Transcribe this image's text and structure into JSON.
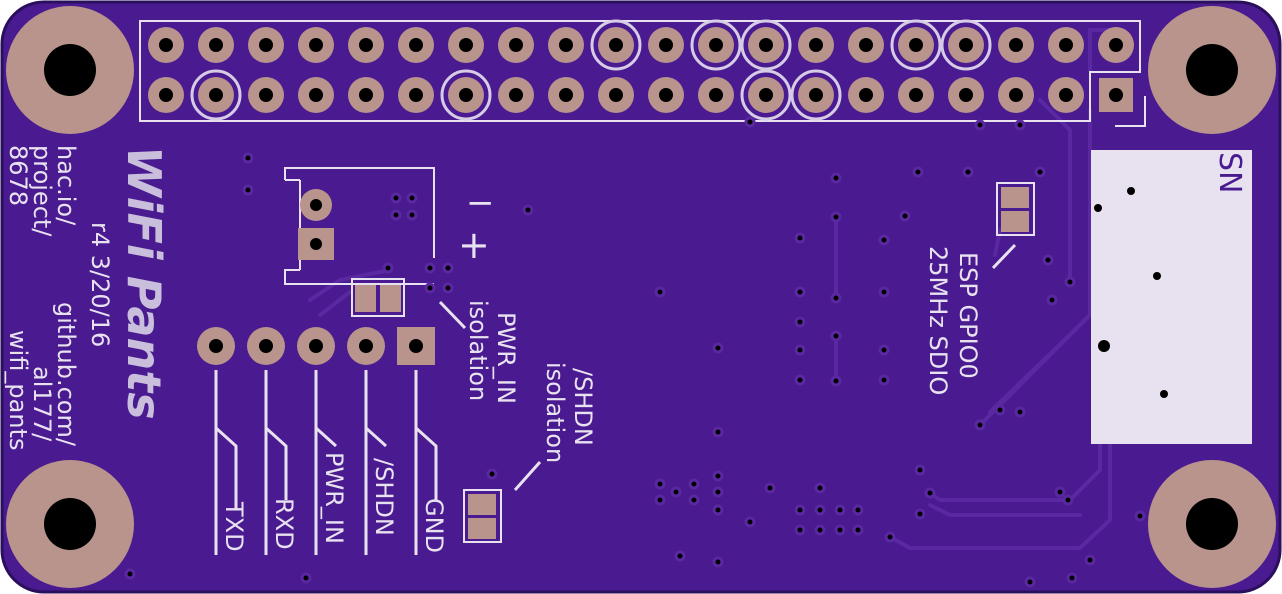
{
  "colors": {
    "board": "#4a1a90",
    "board_edge": "#2a0f5c",
    "silkscreen": "#e8e2f0",
    "copper_pad": "#b8948c",
    "hole": "#000000",
    "trace": "#5a28a0"
  },
  "silkscreen": {
    "url_line1": "hac.io/",
    "url_line2": "project/",
    "url_line3": "8678",
    "revision": "r4 3/20/16",
    "repo_line1": "github.com/",
    "repo_line2": "al177/",
    "repo_line3": "wifi_pants",
    "logo": "WiFi Pants",
    "plus": "+",
    "minus": "−",
    "pwr_iso_line1": "PWR_IN",
    "pwr_iso_line2": "isolation",
    "shdn_iso_line1": "/SHDN",
    "shdn_iso_line2": "isolation",
    "esp_line1": "ESP GPIO0",
    "esp_line2": "25MHz SDIO",
    "sn_label": "SN",
    "pin_txd": "TXD",
    "pin_rxd": "RXD",
    "pin_pwr": "PWR_IN",
    "pin_shdn": "/SHDN",
    "pin_gnd": "GND"
  },
  "icons": [
    "mounting-hole-icon",
    "header-pin-icon",
    "smd-jumper-icon",
    "via-icon"
  ]
}
